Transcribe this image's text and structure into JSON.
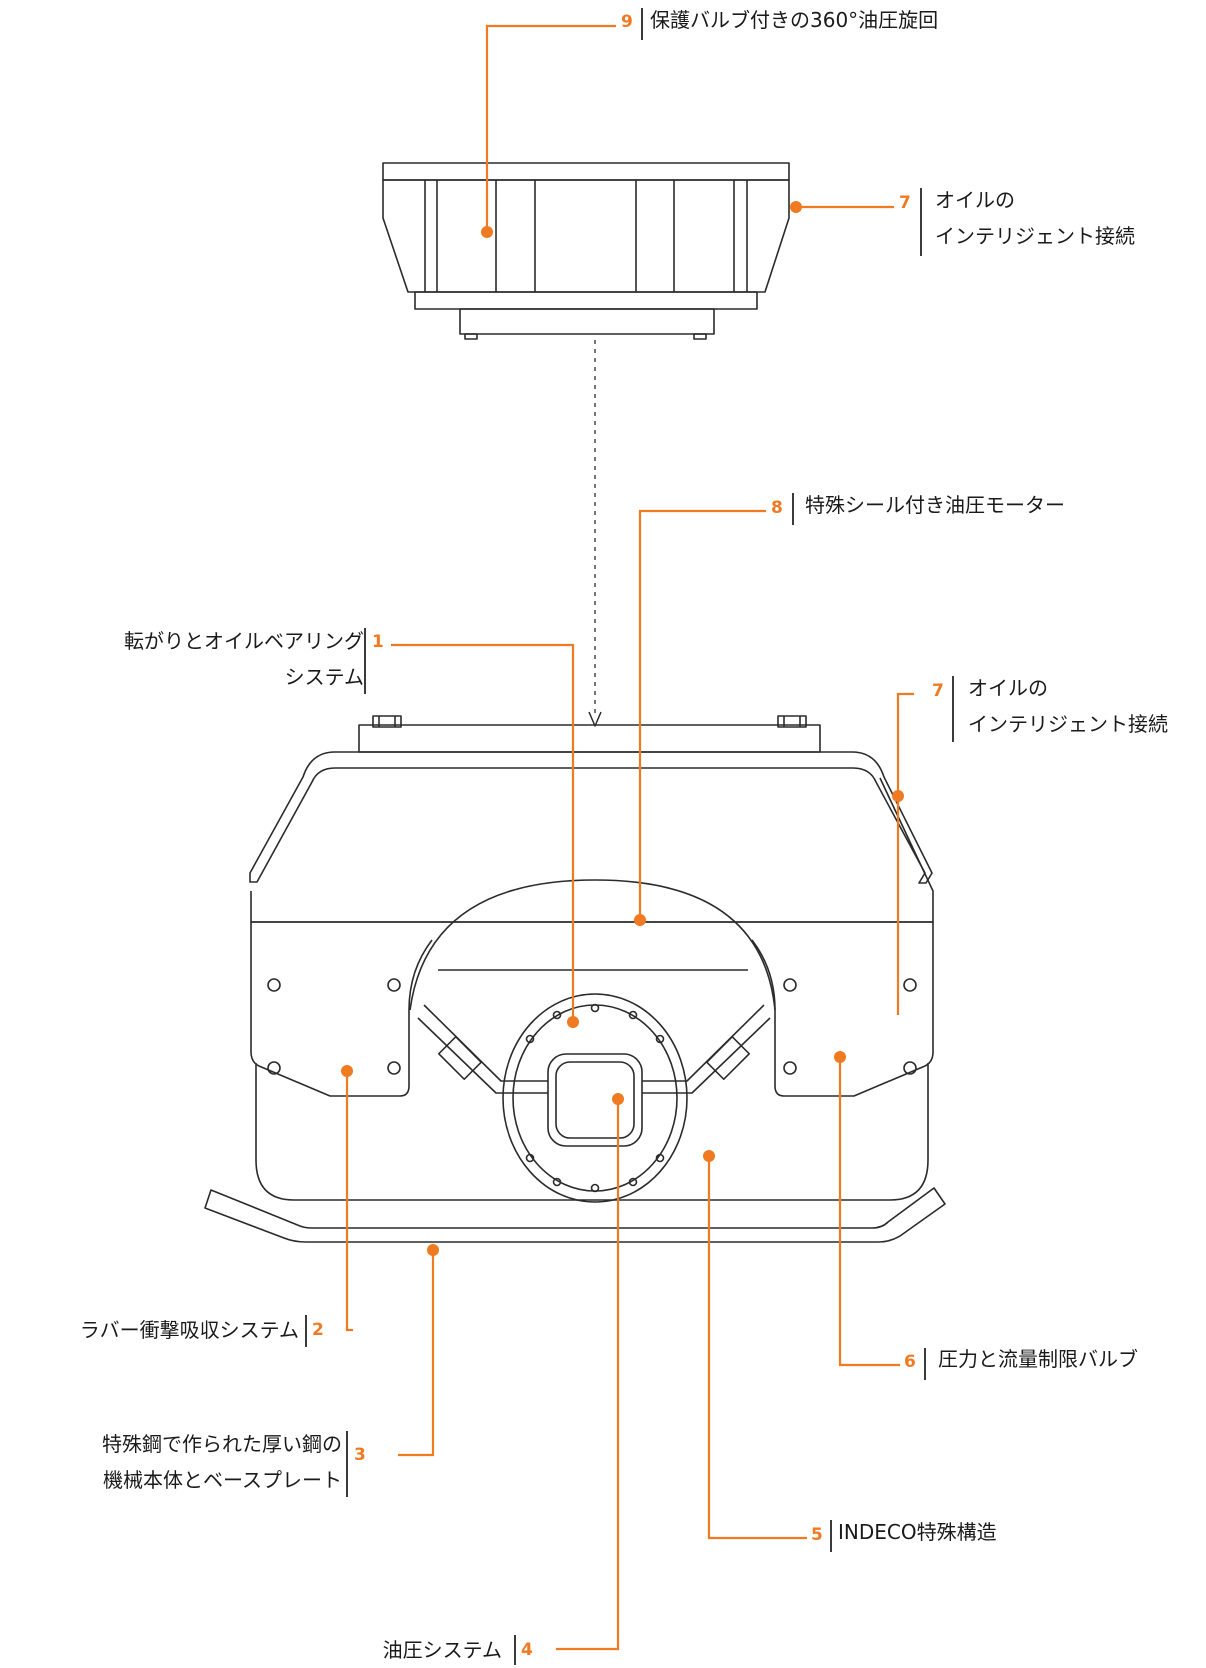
{
  "colors": {
    "accent": "#f07a22",
    "line": "#2b2b2b",
    "background": "#ffffff"
  },
  "callouts": [
    {
      "num": "9",
      "lines": [
        "保護バルブ付きの360°油圧旋回"
      ]
    },
    {
      "num": "7",
      "lines": [
        "オイルの",
        "インテリジェント接続"
      ]
    },
    {
      "num": "8",
      "lines": [
        "特殊シール付き油圧モーター"
      ]
    },
    {
      "num": "1",
      "lines": [
        "転がりとオイルベアリング",
        "システム"
      ]
    },
    {
      "num": "7",
      "lines": [
        "オイルの",
        "インテリジェント接続"
      ]
    },
    {
      "num": "2",
      "lines": [
        "ラバー衝撃吸収システム"
      ]
    },
    {
      "num": "6",
      "lines": [
        "圧力と流量制限バルブ"
      ]
    },
    {
      "num": "3",
      "lines": [
        "特殊鋼で作られた厚い鋼の",
        "機械本体とベースプレート"
      ]
    },
    {
      "num": "5",
      "lines": [
        "INDECO特殊構造"
      ]
    },
    {
      "num": "4",
      "lines": [
        "油圧システム"
      ]
    }
  ]
}
